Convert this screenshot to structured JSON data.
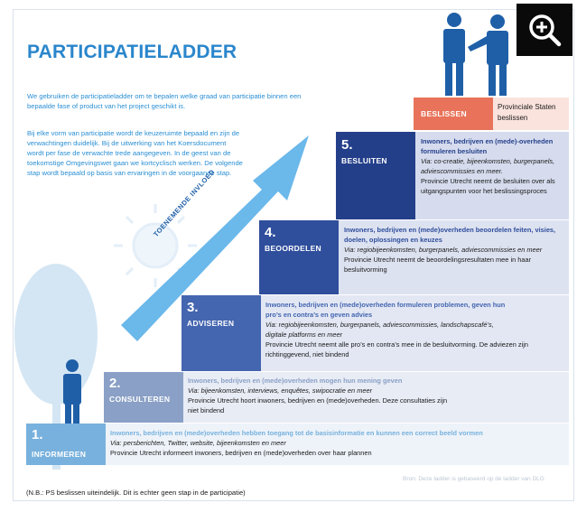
{
  "title": "PARTICIPATIELADDER",
  "intro_1": "We gebruiken de participatieladder om te bepalen welke graad van participatie binnen een bepaalde fase of product van het project geschikt is.",
  "intro_2": "Bij elke vorm van participatie wordt de keuzeruimte bepaald en zijn de verwachtingen duidelijk. Bij de uitwerking van het Koersdocument wordt per fase de verwachte trede aangegeven. In de geest van de toekomstige Omgevingswet gaan we kortcyclisch werken. De volgende stap wordt bepaald op basis van ervaringen in de voorgaande stap.",
  "arrow_label": "TOENEMENDE INVLOED",
  "top_step": {
    "label": "BESLISSEN",
    "desc": "Provinciale Staten beslissen"
  },
  "steps": [
    {
      "num": "1.",
      "label": "INFORMEREN",
      "head": "Inwoners, bedrijven en (mede)overheden hebben toegang tot de basisinformatie en kunnen een correct beeld vormen",
      "via": "Via: persberichten, Twitter, website, bijeenkomsten en meer",
      "body": "Provincie Utrecht informeert inwoners, bedrijven en (mede)overheden over haar plannen"
    },
    {
      "num": "2.",
      "label": "CONSULTEREN",
      "head": "Inwoners, bedrijven en (mede)overheden mogen hun mening geven",
      "via": "Via: bijeenkomsten, interviews, enquêtes, swipocratie en meer",
      "body": "Provincie Utrecht hoort inwoners, bedrijven en (mede)overheden. Deze consultaties zijn niet bindend"
    },
    {
      "num": "3.",
      "label": "ADVISEREN",
      "head": "Inwoners, bedrijven en (mede)overheden formuleren problemen, geven hun pro’s en contra’s en geven advies",
      "via": "Via: regiobijeenkomsten, burgerpanels, adviescommissies, landschapscafé’s, digitale platforms en meer",
      "body": "Provincie Utrecht neemt alle pro’s en contra’s mee in de besluitvorming. De adviezen zijn richtinggevend, niet bindend"
    },
    {
      "num": "4.",
      "label": "BEOORDELEN",
      "head": "Inwoners, bedrijven en (mede)overheden beoordelen feiten, visies, doelen, oplossingen en keuzes",
      "via": "Via: regiobijeenkomsten, burgerpanels, adviescommissies en meer",
      "body": "Provincie Utrecht neemt de beoordelingsresultaten mee in haar besluitvorming"
    },
    {
      "num": "5.",
      "label": "BESLUITEN",
      "head": "Inwoners, bedrijven en (mede)-overheden formuleren besluiten",
      "via": "Via: co-creatie, bijeenkomsten, burgerpanels, adviescommissies en meer.",
      "body": "Provincie Utrecht neemt de besluiten over als uitgangspunten voor het beslissingsproces"
    }
  ],
  "source": "Bron: Deze ladder is gebaseerd op de ladder van DLG",
  "note": "(N.B.: PS beslissen uiteindelijk. Dit is echter geen stap in de participatie)",
  "colors": {
    "title": "#2a86cc",
    "step1": "#78b1dd",
    "step2": "#8aa0c6",
    "step3": "#4465b0",
    "step4": "#2f4e9c",
    "step5": "#243f8a",
    "top": "#e8735a",
    "arrow": "#5bb0e8"
  }
}
